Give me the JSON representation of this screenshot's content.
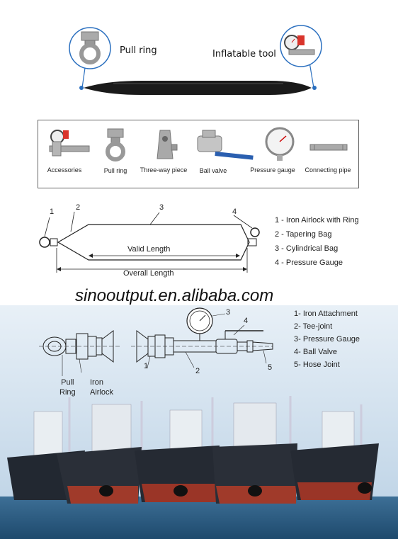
{
  "top": {
    "pull_ring_label": "Pull ring",
    "inflatable_tool_label": "Inflatable tool"
  },
  "accessories": {
    "items": [
      {
        "label": "Accessories"
      },
      {
        "label": "Pull ring"
      },
      {
        "label": "Three-way piece"
      },
      {
        "label": "Ball valve"
      },
      {
        "label": "Pressure gauge"
      },
      {
        "label": "Connecting pipe"
      }
    ]
  },
  "bag_diagram": {
    "callouts": [
      "1",
      "2",
      "3",
      "4"
    ],
    "valid_length_label": "Valid Length",
    "overall_length_label": "Overall Length",
    "legend": [
      "1 - Iron Airlock with Ring",
      "2 - Tapering Bag",
      "3 - Cylindrical Bag",
      "4 - Pressure Gauge"
    ]
  },
  "watermark": "sinooutput.en.alibaba.com",
  "fittings_diagram": {
    "callouts": [
      "1",
      "2",
      "3",
      "4",
      "5"
    ],
    "pull_ring_label": "Pull\nRing",
    "iron_airlock_label": "Iron\nAirlock",
    "legend": [
      "1- Iron Attachment",
      "2- Tee-joint",
      "3- Pressure Gauge",
      "4- Ball Valve",
      "5- Hose Joint"
    ]
  },
  "colors": {
    "bag_black": "#1a1a1a",
    "callout_blue": "#2a6fbf",
    "ball_valve_blue": "#2a5fb0",
    "valve_red": "#d9342b",
    "sky": "#c9dcec",
    "sea": "#2c5f86",
    "hull_red": "#a03a2a",
    "hull_dark": "#222831"
  }
}
